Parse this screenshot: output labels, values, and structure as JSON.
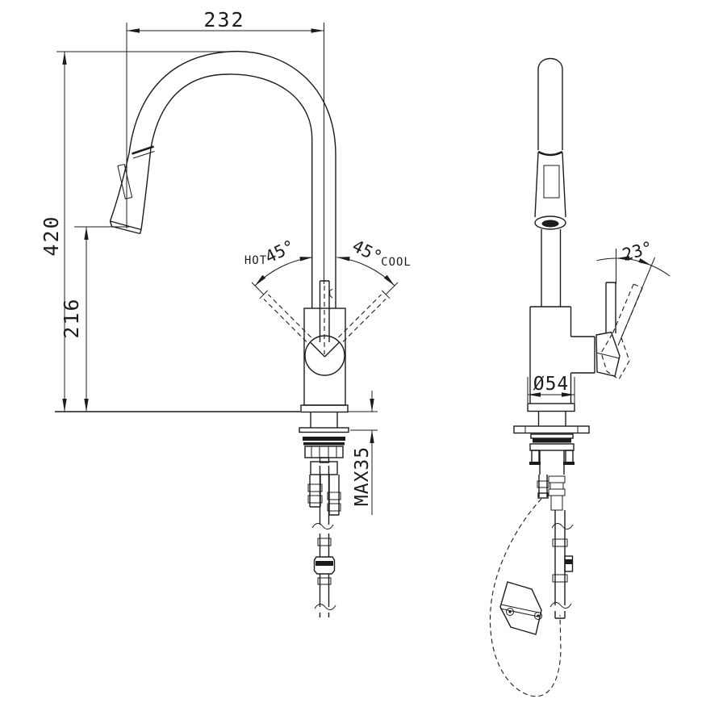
{
  "page": {
    "background": "#ffffff",
    "line_color": "#1c1c1c",
    "drawing_type": "faucet installation technical drawing"
  },
  "front_view": {
    "spout_reach_mm": "232",
    "overall_height_mm": "420",
    "spout_height_mm": "216",
    "hot_label": "HOT",
    "hot_angle": "45°",
    "cool_angle": "45°",
    "cool_label": "COOL",
    "max_deck_thickness": "MAX35"
  },
  "side_view": {
    "base_diameter": "Ø54",
    "handle_angle": "23°"
  }
}
